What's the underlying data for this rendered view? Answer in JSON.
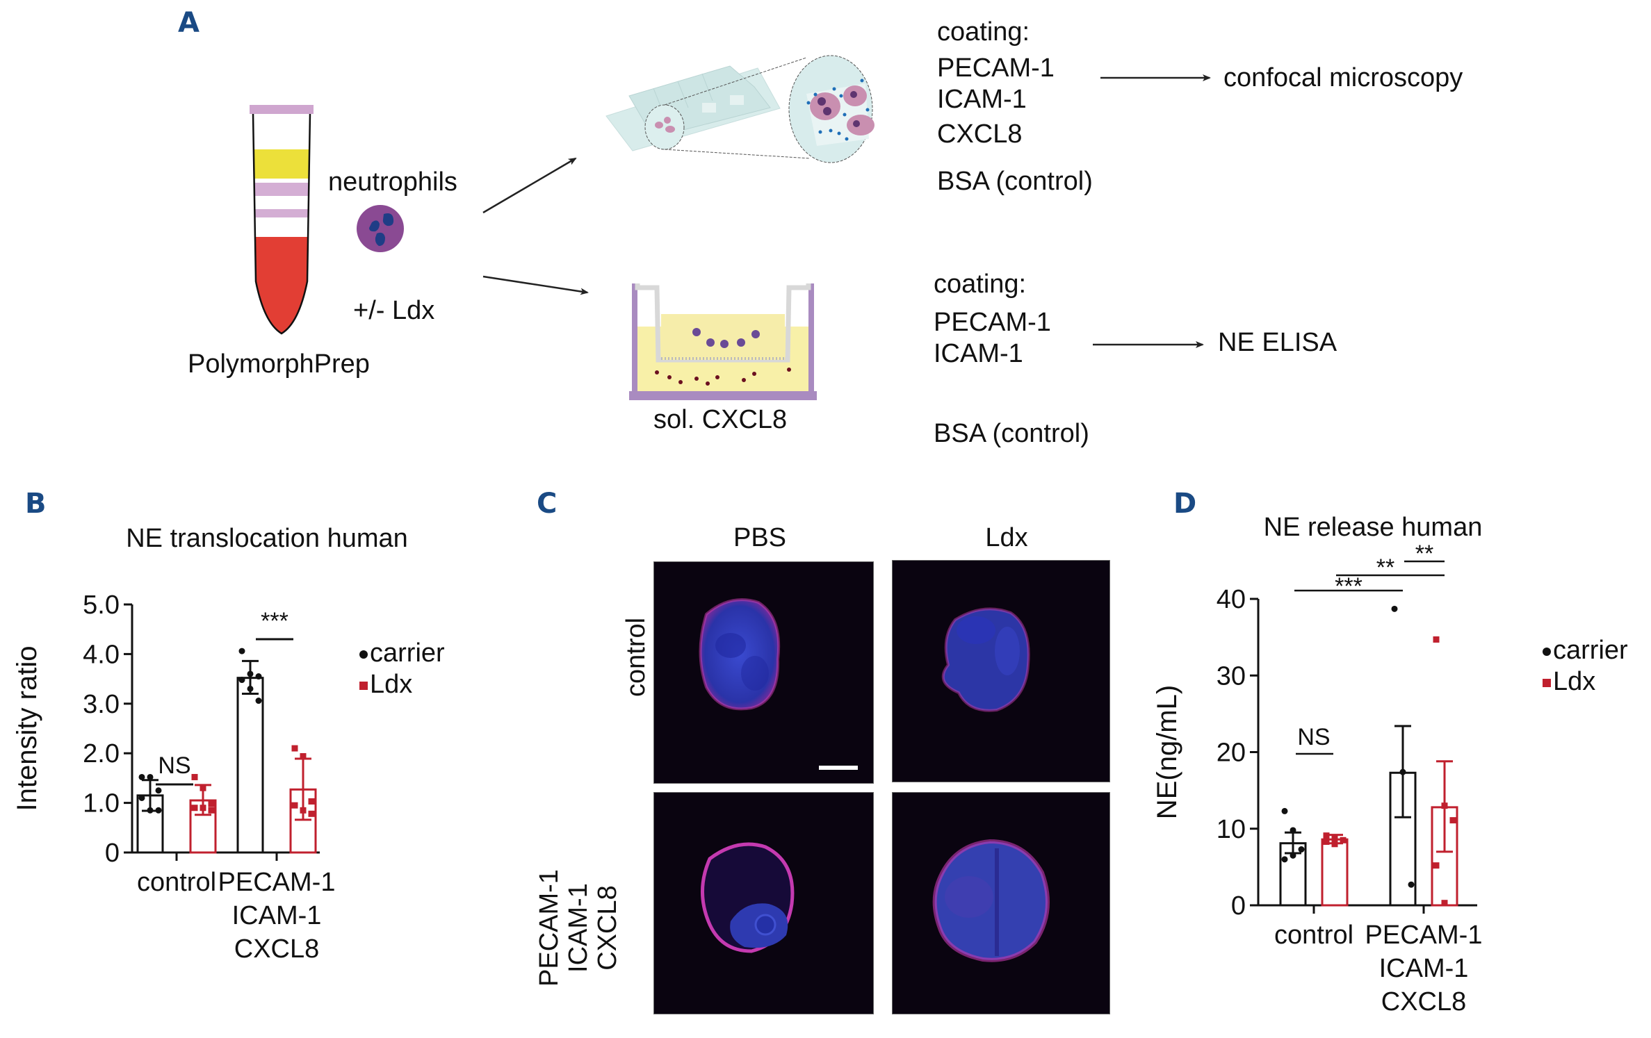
{
  "panel_a": {
    "label": "A",
    "tube_label": "PolymorphPrep",
    "cell_label": "neutrophils",
    "treatment_label": "+/- Ldx",
    "top_branch": {
      "heading": "coating:",
      "coatings": [
        "PECAM-1",
        "ICAM-1",
        "CXCL8"
      ],
      "control": "BSA (control)",
      "readout": "confocal microscopy"
    },
    "bottom_branch": {
      "device_label": "sol. CXCL8",
      "heading": "coating:",
      "coatings": [
        "PECAM-1",
        "ICAM-1"
      ],
      "control": "BSA (control)",
      "readout": "NE ELISA"
    },
    "colors": {
      "tube_cap": "#cfa6cf",
      "plasma": "#ece03a",
      "band": "#d4aed4",
      "rbc": "#e23e34",
      "cell": "#8a4a93",
      "nucleus": "#1f3d86"
    }
  },
  "panel_c": {
    "label": "C",
    "columns": [
      "PBS",
      "Ldx"
    ],
    "rows": [
      "control",
      "PECAM-1\nICAM-1\nCXCL8"
    ],
    "row_labels_lines": [
      [
        "control"
      ],
      [
        "PECAM-1",
        "ICAM-1",
        "CXCL8"
      ]
    ]
  },
  "chart_data": [
    {
      "panel": "B",
      "type": "bar",
      "title": "NE translocation human",
      "ylabel": "Intensity ratio",
      "xlabel": "",
      "ylim": [
        0,
        5
      ],
      "yticks": [
        "0",
        "1.0",
        "2.0",
        "3.0",
        "4.0",
        "5.0"
      ],
      "ytick_values": [
        0,
        1,
        2,
        3,
        4,
        5
      ],
      "categories": [
        "control",
        "PECAM-1\nICAM-1\nCXCL8"
      ],
      "category_lines": [
        [
          "control"
        ],
        [
          "PECAM-1",
          "ICAM-1",
          "CXCL8"
        ]
      ],
      "legend": {
        "position": "right",
        "entries": [
          "carrier",
          "Ldx"
        ]
      },
      "series": [
        {
          "name": "carrier",
          "color": "#111111",
          "marker": "circle",
          "values": [
            1.15,
            3.52
          ],
          "error": [
            [
              0.84,
              1.46
            ],
            [
              3.2,
              3.86
            ]
          ],
          "points": [
            [
              1.52,
              1.52,
              1.25,
              1.1,
              0.85,
              0.85
            ],
            [
              4.06,
              3.6,
              3.55,
              3.48,
              3.3,
              3.06
            ]
          ]
        },
        {
          "name": "Ldx",
          "color": "#c0202e",
          "marker": "square",
          "values": [
            1.05,
            1.27
          ],
          "error": [
            [
              0.76,
              1.36
            ],
            [
              0.66,
              1.89
            ]
          ],
          "points": [
            [
              1.52,
              1.3,
              0.98,
              0.9,
              0.9,
              0.85
            ],
            [
              2.1,
              1.94,
              1.03,
              0.95,
              0.85,
              0.78
            ]
          ]
        }
      ],
      "annotations": [
        {
          "text": "NS",
          "group": 0
        },
        {
          "text": "***",
          "group": 1
        }
      ]
    },
    {
      "panel": "D",
      "type": "bar",
      "title": "NE release human",
      "ylabel": "NE(ng/mL)",
      "xlabel": "",
      "ylim": [
        0,
        40
      ],
      "yticks": [
        "0",
        "10",
        "20",
        "30",
        "40"
      ],
      "ytick_values": [
        0,
        10,
        20,
        30,
        40
      ],
      "categories": [
        "control",
        "PECAM-1\nICAM-1\nCXCL8"
      ],
      "category_lines": [
        [
          "control"
        ],
        [
          "PECAM-1",
          "ICAM-1",
          "CXCL8"
        ]
      ],
      "legend": {
        "position": "right",
        "entries": [
          "carrier",
          "Ldx"
        ]
      },
      "series": [
        {
          "name": "carrier",
          "color": "#111111",
          "marker": "circle",
          "values": [
            8.1,
            17.3
          ],
          "error": [
            [
              6.8,
              9.5
            ],
            [
              11.5,
              23.4
            ]
          ],
          "points": [
            [
              12.3,
              9.8,
              7.3,
              6.0,
              6.5
            ],
            [
              38.7,
              17.4,
              2.7
            ]
          ]
        },
        {
          "name": "Ldx",
          "color": "#c0202e",
          "marker": "square",
          "values": [
            8.6,
            12.8
          ],
          "error": [
            [
              8.1,
              9.2
            ],
            [
              7.0,
              18.8
            ]
          ],
          "points": [
            [
              9.1,
              8.8,
              8.5,
              8.3,
              8.0
            ],
            [
              34.7,
              13.0,
              11.1,
              5.2,
              0.3
            ]
          ]
        }
      ],
      "annotations": [
        {
          "text": "NS",
          "type": "within",
          "group": 0
        },
        {
          "text": "***",
          "type": "span",
          "from": "control-carrier",
          "to": "treated-carrier"
        },
        {
          "text": "**",
          "type": "span",
          "from": "control-ldx",
          "to": "treated-ldx"
        },
        {
          "text": "**",
          "type": "span",
          "from": "treated-carrier",
          "to": "treated-ldx"
        }
      ]
    }
  ]
}
